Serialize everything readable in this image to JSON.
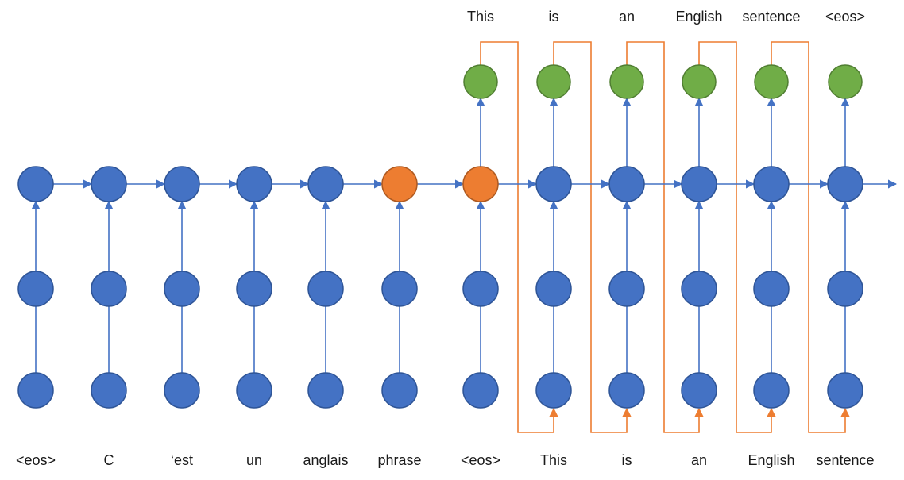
{
  "colors": {
    "node_blue": "#4472C4",
    "node_blue_stroke": "#2F5597",
    "node_orange": "#ED7D31",
    "node_orange_stroke": "#AE5A21",
    "node_green": "#70AD47",
    "node_green_stroke": "#507E32",
    "arrow_blue": "#4472C4",
    "feedback_orange": "#ED7D31"
  },
  "input_labels": [
    "<eos>",
    "C",
    "‘est",
    "un",
    "anglais",
    "phrase",
    "<eos>",
    "This",
    "is",
    "an",
    "English",
    "sentence"
  ],
  "output_labels": [
    "This",
    "is",
    "an",
    "English",
    "sentence",
    "<eos>"
  ],
  "encoder_steps": 6,
  "decoder_steps": 6,
  "context_node_steps": [
    5,
    6
  ]
}
